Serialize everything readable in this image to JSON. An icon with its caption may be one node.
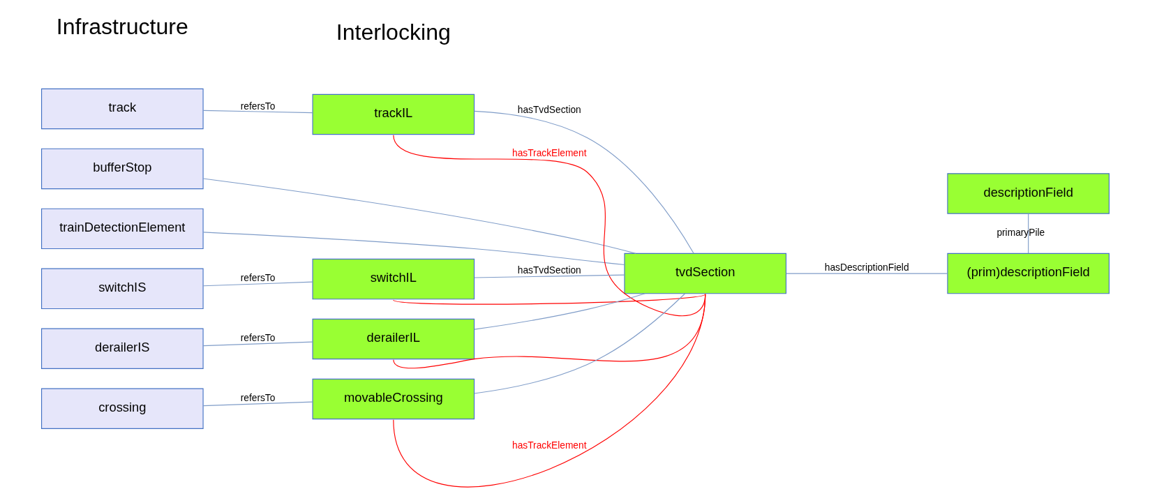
{
  "diagram": {
    "nodes": [
      {
        "text": [
          "track"
        ]
      },
      {
        "text": [
          "bufferStop"
        ]
      },
      {
        "text": [
          "trainDetectionElement"
        ]
      },
      {
        "text": [
          "switchIS"
        ]
      },
      {
        "text": [
          "derailerIS"
        ]
      },
      {
        "text": [
          "crossing"
        ]
      },
      {
        "text": [
          "trackIL"
        ]
      },
      {
        "text": [
          "tvdSection"
        ]
      },
      {
        "text": [
          "switchIL"
        ]
      },
      {
        "text": [
          "derailerIL"
        ]
      },
      {
        "text": [
          "movableCrossing"
        ]
      },
      {
        "text": [
          "descriptionField"
        ]
      },
      {
        "text": [
          "(prim)descriptionField"
        ]
      }
    ],
    "edges": [
      {
        "from": 0,
        "to": 6,
        "arrow": "none",
        "label": "refersTo"
      },
      {
        "from": 1,
        "to": 7,
        "arrow": "none"
      },
      {
        "from": 2,
        "to": 7,
        "arrow": "none"
      },
      {
        "from": 3,
        "to": 8,
        "arrow": "none",
        "label": "refersTo"
      },
      {
        "from": 4,
        "to": 9,
        "arrow": "none",
        "label": "refersTo"
      },
      {
        "from": 5,
        "to": 10,
        "arrow": "none",
        "label": "refersTo"
      },
      {
        "from": 6,
        "to": 7,
        "arrow": "none",
        "label": "hasTvdSection"
      },
      {
        "from": 6,
        "to": 7,
        "arrow": "none",
        "label": "hasTrackElement",
        "color": "#ff0000"
      },
      {
        "from": 7,
        "to": 12,
        "arrow": "none",
        "label": "hasDescriptionField"
      },
      {
        "from": 7,
        "to": 8,
        "arrow": "none",
        "label": "hasTvdSection"
      },
      {
        "from": 7,
        "to": 8,
        "arrow": "none",
        "color": "#ff0000"
      },
      {
        "from": 7,
        "to": 9,
        "arrow": "none"
      },
      {
        "from": 7,
        "to": 9,
        "arrow": "none",
        "color": "#ff0000"
      },
      {
        "from": 7,
        "to": 10,
        "arrow": "none"
      },
      {
        "from": 7,
        "to": 10,
        "arrow": "none",
        "label": "hasTrackElement",
        "color": "#ff0000"
      },
      {
        "from": 11,
        "to": 12,
        "arrow": "none",
        "label": "primaryPile"
      }
    ],
    "labels": [
      "Infrastructure",
      "Interlocking"
    ]
  }
}
